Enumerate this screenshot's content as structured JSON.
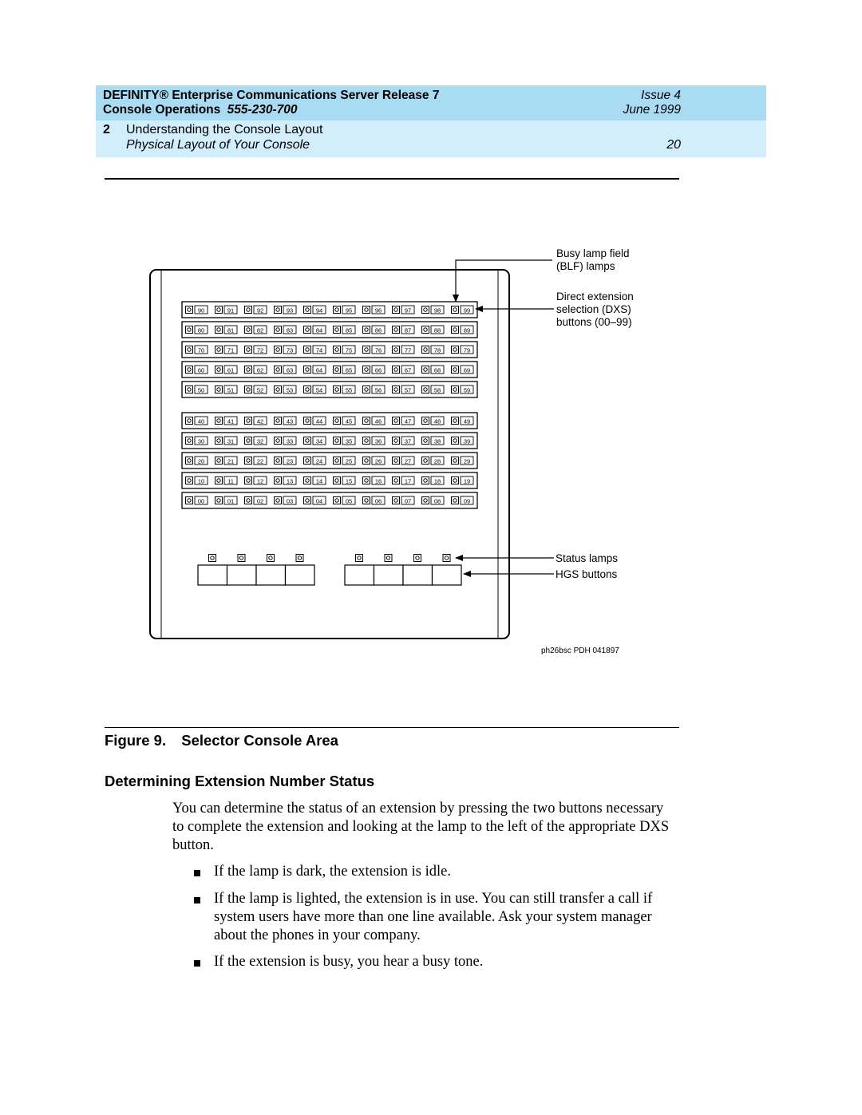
{
  "header": {
    "product_title": "DEFINITY® Enterprise Communications Server Release 7",
    "doc_title": "Console Operations",
    "doc_number": "555-230-700",
    "issue": "Issue 4",
    "date": "June 1999",
    "chapter_number": "2",
    "chapter_title": "Understanding the Console Layout",
    "section_title": "Physical Layout of Your Console",
    "page_number": "20"
  },
  "figure": {
    "callouts": {
      "blf_line1": "Busy lamp field",
      "blf_line2": "(BLF) lamps",
      "dxs_line1": "Direct extension",
      "dxs_line2": "selection (DXS)",
      "dxs_line3": "buttons (00–99)",
      "status_lamps": "Status lamps",
      "hgs_buttons": "HGS buttons"
    },
    "dxs_rows_top": [
      [
        "90",
        "91",
        "92",
        "93",
        "94",
        "95",
        "96",
        "97",
        "98",
        "99"
      ],
      [
        "80",
        "81",
        "82",
        "83",
        "84",
        "85",
        "86",
        "87",
        "88",
        "89"
      ],
      [
        "70",
        "71",
        "72",
        "73",
        "74",
        "75",
        "76",
        "77",
        "78",
        "79"
      ],
      [
        "60",
        "61",
        "62",
        "63",
        "64",
        "65",
        "66",
        "67",
        "68",
        "69"
      ],
      [
        "50",
        "51",
        "52",
        "53",
        "54",
        "55",
        "56",
        "57",
        "58",
        "59"
      ]
    ],
    "dxs_rows_bottom": [
      [
        "40",
        "41",
        "42",
        "43",
        "44",
        "45",
        "46",
        "47",
        "48",
        "49"
      ],
      [
        "30",
        "31",
        "32",
        "33",
        "34",
        "35",
        "36",
        "37",
        "38",
        "39"
      ],
      [
        "20",
        "21",
        "22",
        "23",
        "24",
        "25",
        "26",
        "27",
        "28",
        "29"
      ],
      [
        "10",
        "11",
        "12",
        "13",
        "14",
        "15",
        "16",
        "17",
        "18",
        "19"
      ],
      [
        "00",
        "01",
        "02",
        "03",
        "04",
        "05",
        "06",
        "07",
        "08",
        "09"
      ]
    ],
    "art_id": "ph26bsc PDH 041897",
    "caption_label": "Figure 9.",
    "caption_title": "Selector Console Area"
  },
  "section": {
    "heading": "Determining Extension Number Status",
    "paragraph": "You can determine the status of an extension by pressing the two buttons necessary to complete the extension and looking at the lamp to the left of the appropriate DXS button.",
    "bullets": [
      "If the lamp is dark, the extension is idle.",
      "If the lamp is lighted, the extension is in use. You can still transfer a call if system users have more than one line available. Ask your system manager about the phones in your company.",
      "If the extension is busy, you hear a busy tone."
    ]
  },
  "colors": {
    "header_dark": "#a9dbf3",
    "header_light": "#d2eefb"
  }
}
